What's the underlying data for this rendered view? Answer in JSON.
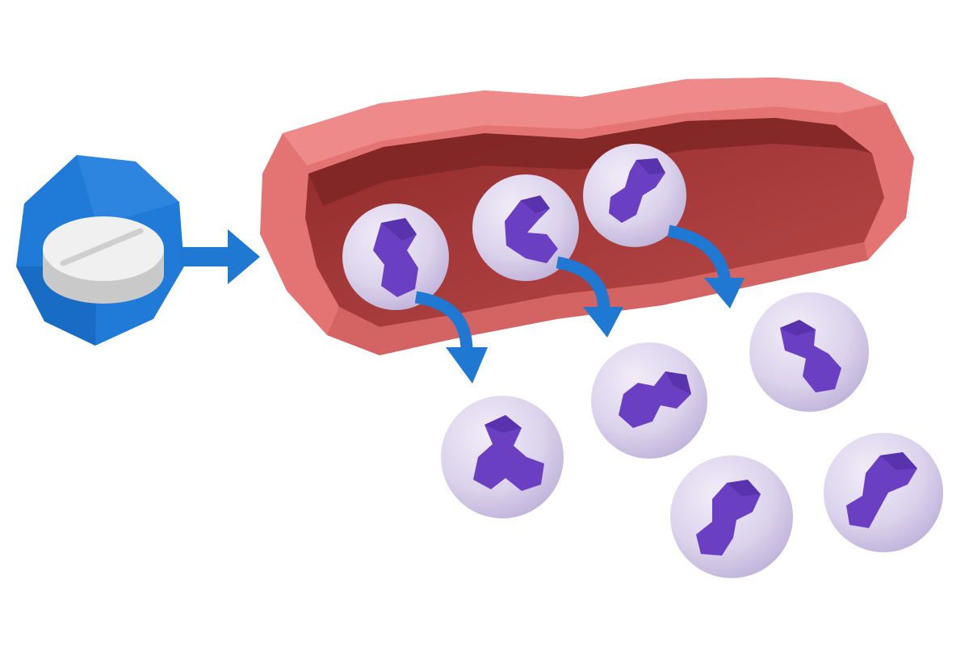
{
  "colors": {
    "background": "#ffffff",
    "badge_blue": "#1f7ad8",
    "badge_blue_dark": "#1565c0",
    "arrow_blue": "#1f78d2",
    "vessel_outer": "#e47474",
    "vessel_outer_dark": "#c85a5a",
    "vessel_inner": "#a83838",
    "vessel_inner_deep": "#7e2424",
    "cell_body": "#ddd5ec",
    "cell_shade": "#c3b8dc",
    "nucleus": "#6a3fc2",
    "nucleus_dark": "#4f2ba0",
    "pill": "#eeeeee",
    "pill_shade": "#c9c9c9"
  },
  "icons": {
    "drug": "pill-icon",
    "badge": "octagon-badge-icon",
    "flow": "arrow-right-icon",
    "migration": "curved-arrow-icon",
    "vessel": "blood-vessel-icon",
    "cell": "neutrophil-icon"
  },
  "diagram": {
    "cells_inside_vessel": 3,
    "cells_in_tissue": 5,
    "migration_arrows": 3
  }
}
